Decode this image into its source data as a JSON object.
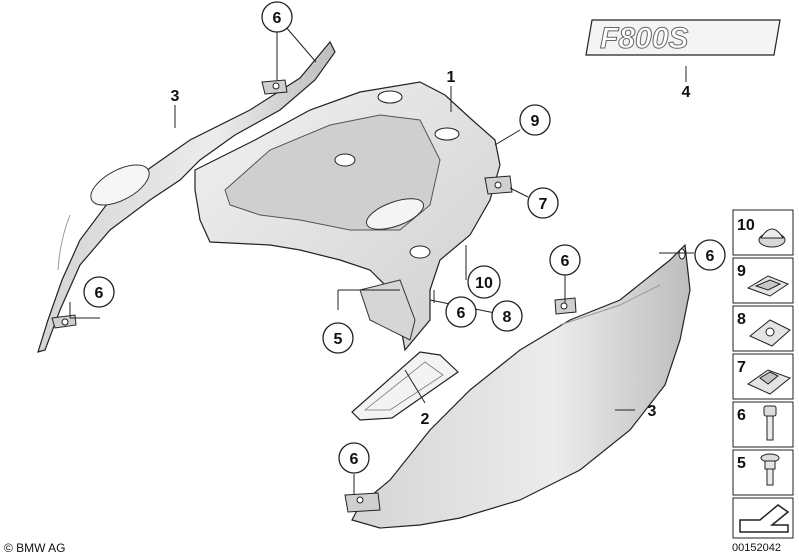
{
  "callouts": {
    "c1": "1",
    "c2": "2",
    "c3_left": "3",
    "c3_right": "3",
    "c4": "4",
    "c5_main": "5",
    "c6_top": "6",
    "c6_left": "6",
    "c6_center": "6",
    "c6_mid": "6",
    "c6_right": "6",
    "c6_bottom": "6",
    "c7": "7",
    "c8": "8",
    "c9": "9",
    "c10": "10"
  },
  "legend": {
    "items": [
      {
        "label": "10",
        "icon": "cap-nut-icon"
      },
      {
        "label": "9",
        "icon": "spring-clip-icon"
      },
      {
        "label": "8",
        "icon": "speed-nut-icon"
      },
      {
        "label": "7",
        "icon": "clip-nut-icon"
      },
      {
        "label": "6",
        "icon": "screw-icon"
      },
      {
        "label": "5",
        "icon": "rivet-screw-icon"
      }
    ]
  },
  "emblem": {
    "text": "F800S"
  },
  "footer": {
    "copyright": "© BMW AG",
    "doc_number": "00152042"
  },
  "colors": {
    "part_fill": "#e6e6e6",
    "part_shadow": "#bcbcbc",
    "outline": "#222222"
  }
}
